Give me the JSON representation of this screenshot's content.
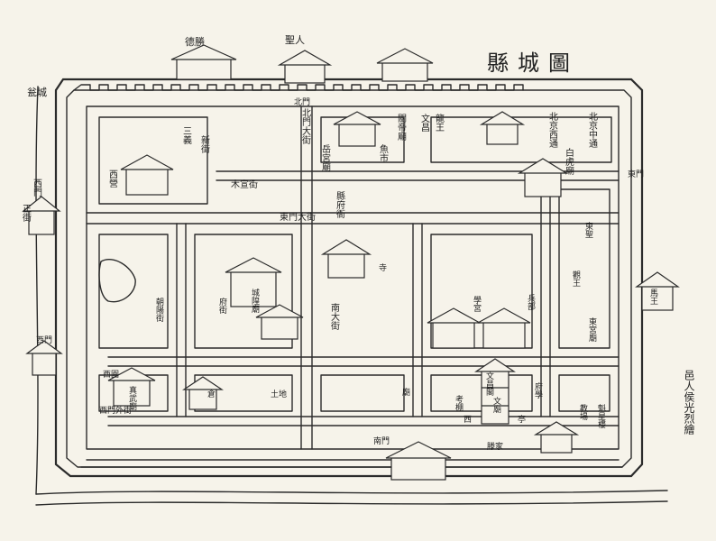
{
  "title": "縣城圖",
  "signature": "邑人侯光烈繪",
  "colors": {
    "ink": "#2b2b2b",
    "paper": "#f6f3ea"
  },
  "labels": {
    "top_left_outer": "瓮城",
    "top_left_gate_name": "德勝",
    "top_tower_name": "聖人",
    "north_street": "北門大街",
    "yuegong": "岳宮廟",
    "guandi": "關帝廟",
    "wenchang": "文昌",
    "longwang": "龍王",
    "beijing_1": "北京中通",
    "beijing_2": "北京西通",
    "baihu": "白虎廟",
    "xinjie": "新街",
    "sanyi": "三義",
    "yuzhen": "魚市",
    "muyuan": "木宣街",
    "east_street": "東門大街",
    "xiejie": "縣府衙",
    "south_street": "南大街",
    "west_side_1": "西門",
    "west_side_2": "正街",
    "west_gate_house": "西營",
    "xijie_lower": "西門外街",
    "sw_temple": "真武廟",
    "cheng_huang": "城隍廟",
    "fu_jie": "府街",
    "chaoyang": "朝陽街",
    "dong_sheng": "東聖",
    "east_lower": "東宮廟",
    "west_temple": "寺",
    "guan_wang": "觀王",
    "wen_wang": "文廟",
    "nan_men": "南門",
    "teng_jia": "滕家",
    "kao_peng": "考棚",
    "fu_xue": "府學",
    "jiao_chang": "教場",
    "xi_yuan": "西園",
    "dong_men": "東門",
    "ma_wang": "馬王",
    "bing_bu": "兵部",
    "xue_gong": "學宮",
    "ting": "亭",
    "xi": "西",
    "wen_chang_ge": "文昌閣",
    "kui_xing": "魁星樓",
    "bei_men": "北門",
    "xi_men_outer": "西門",
    "tu_di": "土地",
    "cang": "倉",
    "miao": "廟"
  }
}
